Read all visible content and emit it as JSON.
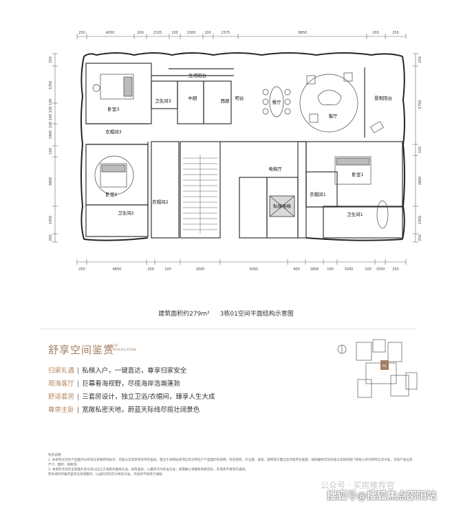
{
  "plan": {
    "dims_top": [
      "250",
      "4050",
      "200",
      "2325",
      "100",
      "2300",
      "100",
      "2375",
      "8650",
      "200",
      "250"
    ],
    "dims_bottom": [
      "250",
      "4850",
      "200",
      "100",
      "2600",
      "5000",
      "400",
      "1800",
      "100",
      "3200",
      "100",
      "1550",
      "250"
    ],
    "dims_left": [
      "250",
      "3350",
      "100 100 100 100",
      "1900",
      "100",
      "3800",
      "2450",
      "200"
    ],
    "dims_right": [
      "250",
      "5750",
      "100",
      "3800",
      "2450",
      "250"
    ],
    "rooms": {
      "balcony_living": "生活阳台",
      "bath3": "卫生间3",
      "kitchen_cn": "中厨",
      "kitchen_west": "西厨",
      "bar": "吧台",
      "dining": "餐厅",
      "living": "客厅",
      "balcony_view": "景观阳台",
      "bed3": "卧室3",
      "closet3": "衣帽间3",
      "bed2": "卧室2",
      "closet2": "衣帽间2",
      "bath2": "卫生间2",
      "elevator_hall": "电梯厅",
      "private_elevator": "私梯电梯",
      "closet1": "衣帽间1",
      "bed1": "卧室1",
      "bath1": "卫生间1"
    }
  },
  "caption": {
    "area": "建筑面积约279m²",
    "title": "3栋01空间平面结构示意图"
  },
  "section": {
    "title": "舒享空间鉴赏",
    "subtitle_line1": "HOUSE",
    "subtitle_line2": "OF PROLIFICATION",
    "features": [
      {
        "key": "归家礼遇",
        "text": "私梯入户，一键直达，尊享归家安全"
      },
      {
        "key": "观海客厅",
        "text": "巨幕看海视野，尽揽海岸浩瀚蓬勃"
      },
      {
        "key": "舒适套房",
        "text": "三套房设计，独立卫浴/衣帽间，臻享人生大成"
      },
      {
        "key": "尊崇主卧",
        "text": "宽敞私密天地，蔚蓝天际线尽揽壮阔景色"
      }
    ]
  },
  "keyplan": {
    "marker": "01"
  },
  "notes": {
    "title": "免责说明：",
    "line1": "1. 本资料仅对外户型图作分布等信息做原则表示，可能与实际装修及存在差异，首位于本网站等项信息对所在户户型图的布说明，存在结构、外立面、层高、面积等方面信息可能存在差距，按照最终实际房屋以及政府部门审批公开的所有信息为准，涉及产品信息尺寸、面积、规格等。",
    "line2": "2. 本资料涉及的全部图片及信息以出让方发售的图纸为准，如有差异，以最终交付标准为准；如需确认请联系销售团队，开发商不再另行通知。",
    "line3": "若本资料所载内容有任何调整的，以届时实际交付情况为准，开发商不再另行通知。"
  },
  "watermark": {
    "line1": "公众号 · 买房推荐官",
    "line2": "搜狐号@搜狐焦点邵阳站"
  }
}
